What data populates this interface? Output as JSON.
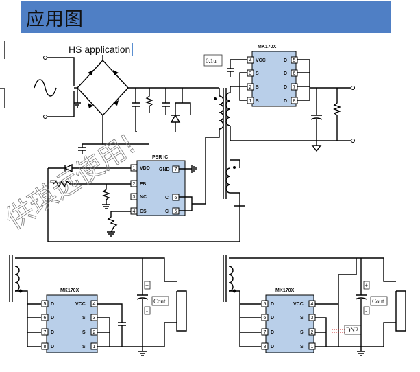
{
  "title": "应用图",
  "hs_label": "HS application",
  "watermark": "供琪远使用!",
  "cap_label": "0.1u",
  "psr": {
    "title": "PSR IC",
    "left_pins": [
      {
        "num": "1",
        "label": "VDD"
      },
      {
        "num": "2",
        "label": "FB"
      },
      {
        "num": "3",
        "label": "NC"
      },
      {
        "num": "4",
        "label": "CS"
      }
    ],
    "right_pins": [
      {
        "num": "7",
        "label": "GND"
      },
      {
        "num": "6",
        "label": "C"
      },
      {
        "num": "5",
        "label": "C"
      }
    ]
  },
  "top_ic": {
    "title": "MK170X",
    "left_pins": [
      {
        "num": "4",
        "label": "VCC"
      },
      {
        "num": "3",
        "label": "S"
      },
      {
        "num": "2",
        "label": "S"
      },
      {
        "num": "1",
        "label": "S"
      }
    ],
    "right_pins": [
      {
        "num": "5",
        "label": "D"
      },
      {
        "num": "6",
        "label": "D"
      },
      {
        "num": "7",
        "label": "D"
      },
      {
        "num": "8",
        "label": "D"
      }
    ]
  },
  "bottom_left": {
    "title": "MK170X",
    "left_pins": [
      {
        "num": "5",
        "label": "D"
      },
      {
        "num": "6",
        "label": "D"
      },
      {
        "num": "7",
        "label": "D"
      },
      {
        "num": "8",
        "label": "D"
      }
    ],
    "right_pins": [
      {
        "num": "4",
        "label": "VCC"
      },
      {
        "num": "3",
        "label": "S"
      },
      {
        "num": "2",
        "label": "S"
      },
      {
        "num": "1",
        "label": "S"
      }
    ],
    "cout": "Cout",
    "plus": "+",
    "minus": "-"
  },
  "bottom_right": {
    "title": "MK170X",
    "left_pins": [
      {
        "num": "5",
        "label": "D"
      },
      {
        "num": "6",
        "label": "D"
      },
      {
        "num": "7",
        "label": "D"
      },
      {
        "num": "8",
        "label": "D"
      }
    ],
    "right_pins": [
      {
        "num": "4",
        "label": "VCC"
      },
      {
        "num": "3",
        "label": "S"
      },
      {
        "num": "2",
        "label": "S"
      },
      {
        "num": "1",
        "label": "S"
      }
    ],
    "cout": "Cout",
    "plus": "+",
    "minus": "-",
    "dnp": "DNP"
  },
  "colors": {
    "title_bar": "#4f7fc5",
    "ic_fill": "#b9cfe9",
    "dnp": "#cc2222"
  }
}
